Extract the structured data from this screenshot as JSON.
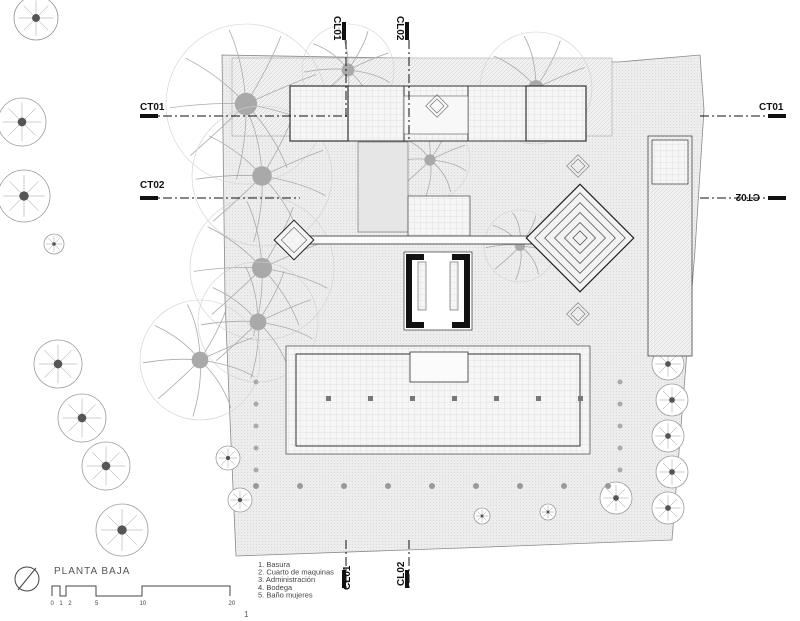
{
  "sections": {
    "ct01": "CT01",
    "ct02": "CT02",
    "cl01": "CL01",
    "cl02": "CL02"
  },
  "plan_title": "PLANTA BAJA",
  "legend": [
    "1. Basura",
    "2. Cuarto de maquinas",
    "3. Administración",
    "4. Bodega",
    "5. Baño mujeres"
  ],
  "scale": {
    "ticks": [
      "0",
      "1",
      "2",
      "5",
      "10",
      "20"
    ],
    "values": [
      0,
      1,
      2,
      5,
      10,
      20
    ]
  },
  "page_number": "1",
  "colors": {
    "ink": "#1a1a1a",
    "paving": "#ececec",
    "tree": "#9a9a9a",
    "trunk": "#a8a8a8",
    "building": "#111111"
  }
}
